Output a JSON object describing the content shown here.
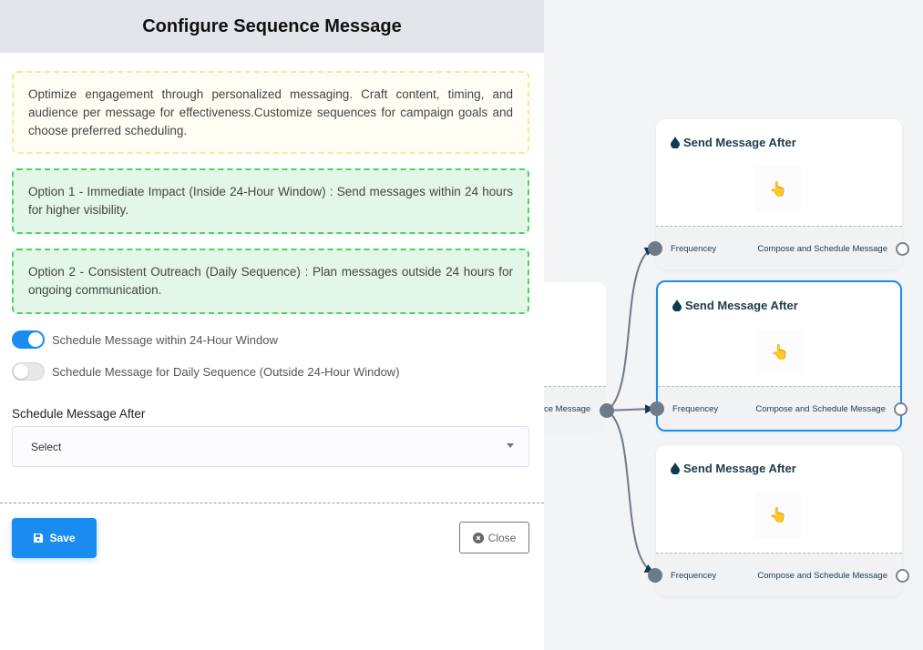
{
  "panel": {
    "title": "Configure Sequence Message",
    "note": "Optimize engagement through personalized messaging. Craft content, timing, and audience per message for effectiveness.Customize sequences for campaign goals and choose preferred scheduling.",
    "option1": "Option 1 - Immediate Impact (Inside 24-Hour Window) : Send messages within 24 hours for higher visibility.",
    "option2": "Option 2 - Consistent Outreach (Daily Sequence) : Plan messages outside 24 hours for ongoing communication.",
    "toggles": [
      {
        "label": "Schedule Message within 24-Hour Window",
        "on": true
      },
      {
        "label": "Schedule Message for Daily Sequence (Outside 24-Hour Window)",
        "on": false
      }
    ],
    "schedule_label": "Schedule Message After",
    "select_value": "Select",
    "save": "Save",
    "close": "Close"
  },
  "canvas": {
    "source_label": "ce Message",
    "cards": [
      {
        "title": "Send Message After",
        "in": "Frequencey",
        "out": "Compose and Schedule Message",
        "selected": false
      },
      {
        "title": "Send Message After",
        "in": "Frequencey",
        "out": "Compose and Schedule Message",
        "selected": true
      },
      {
        "title": "Send Message After",
        "in": "Frequencey",
        "out": "Compose and Schedule Message",
        "selected": false
      }
    ]
  },
  "colors": {
    "accent": "#1a8cf0",
    "success_border": "#4fd35f",
    "warning_border": "#fde59a",
    "edge": "#6f7a88",
    "arrow": "#0e3a52"
  }
}
